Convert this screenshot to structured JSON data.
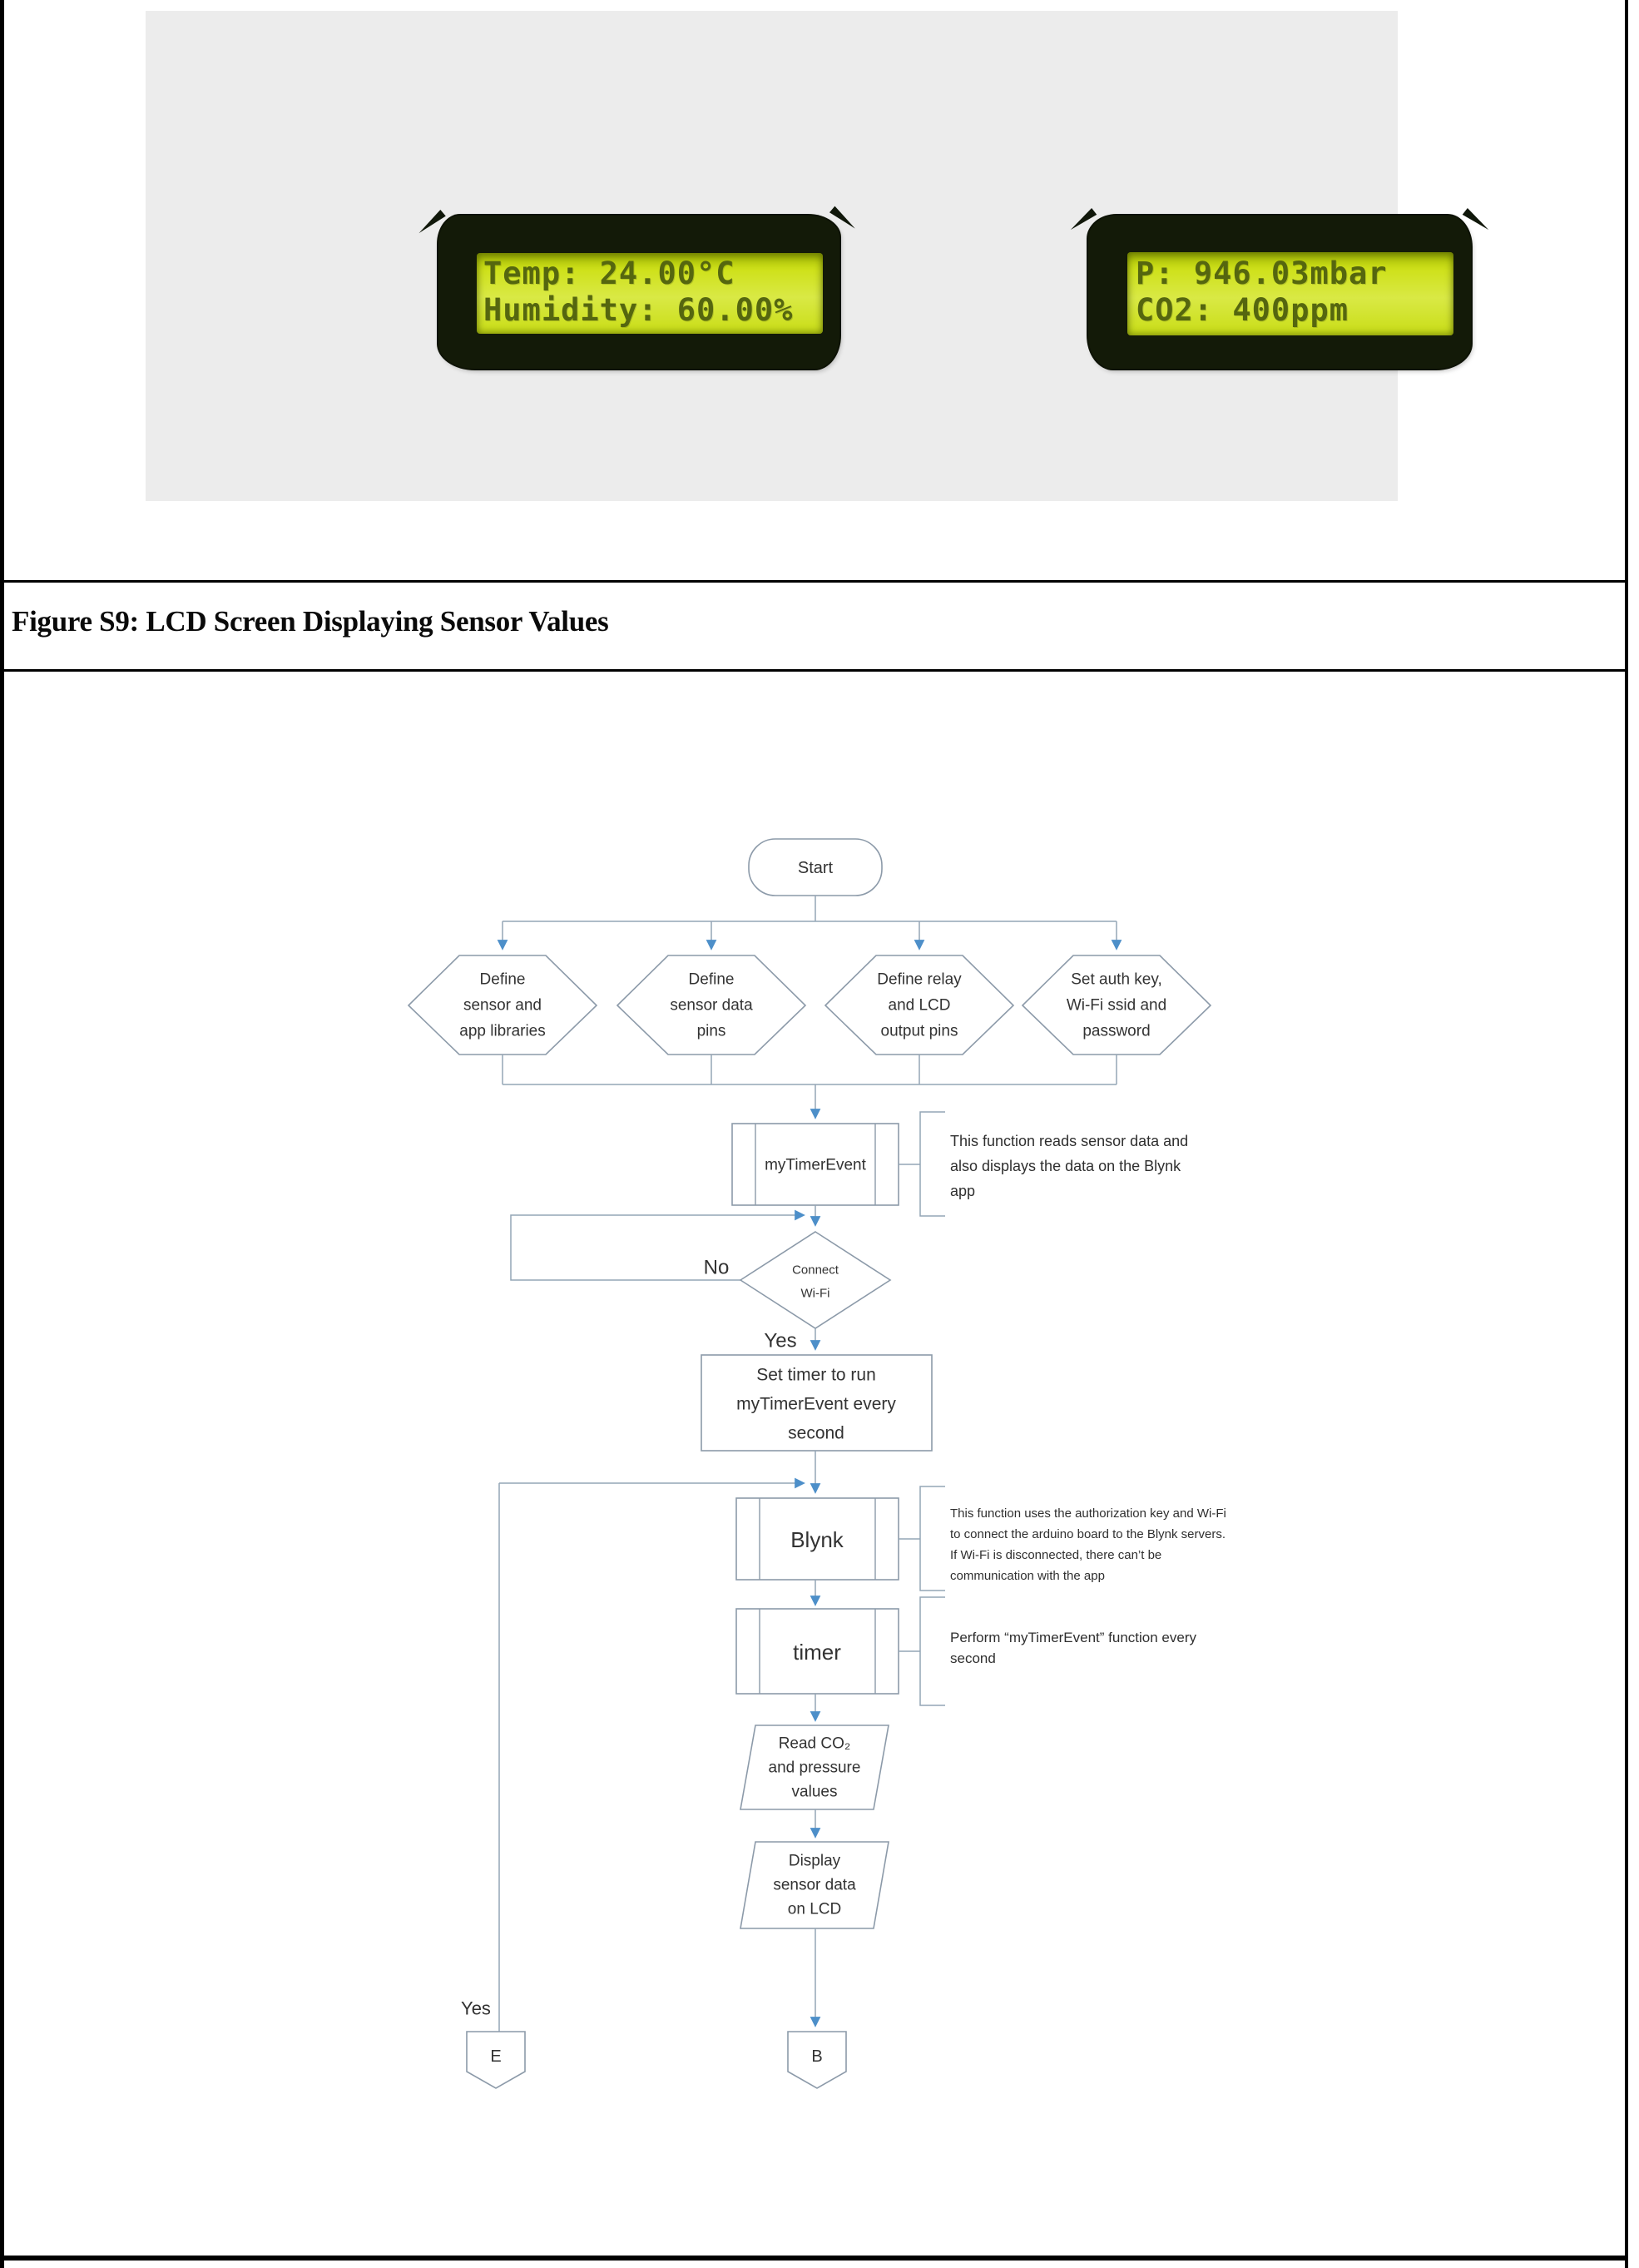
{
  "page": {
    "caption": "Figure S9: LCD Screen Displaying Sensor Values"
  },
  "lcd_left": {
    "line1": "Temp: 24.00°C",
    "line2": "Humidity: 60.00%"
  },
  "lcd_right": {
    "line1": "P: 946.03mbar",
    "line2": "CO2: 400ppm"
  },
  "flowchart": {
    "start_label": "Start",
    "hex1": [
      "Define",
      "sensor and",
      "app libraries"
    ],
    "hex2": [
      "Define",
      "sensor data",
      "pins"
    ],
    "hex3": [
      "Define relay",
      "and LCD",
      "output pins"
    ],
    "hex4": [
      "Set auth key,",
      "Wi-Fi ssid and",
      "password"
    ],
    "mytimerevent_label": "myTimerEvent",
    "ann1": [
      "This function reads sensor data and",
      "also displays the data on the Blynk",
      "app"
    ],
    "decision": [
      "Connect",
      "Wi-Fi"
    ],
    "no_label": "No",
    "yes_label": "Yes",
    "settimer": [
      "Set timer to run",
      "myTimerEvent every",
      "second"
    ],
    "blynk_label": "Blynk",
    "ann2": [
      "This function uses the authorization key and Wi-Fi",
      "to connect the arduino board to the Blynk servers.",
      "If Wi-Fi is disconnected, there can’t be",
      "communication with the app"
    ],
    "timer_label": "timer",
    "ann3": [
      "Perform “myTimerEvent” function every",
      "second"
    ],
    "para1": [
      "Read CO₂",
      "and pressure",
      "values"
    ],
    "para2": [
      "Display",
      "sensor data",
      "on LCD"
    ],
    "yes2_label": "Yes",
    "e_label": "E",
    "b_label": "B"
  },
  "colors": {
    "arrow": "#4d8fc9",
    "line": "#94a5b5",
    "lcd_screen": "#cfe11c",
    "lcd_body": "#131a08",
    "panel_bg": "#ececec"
  }
}
